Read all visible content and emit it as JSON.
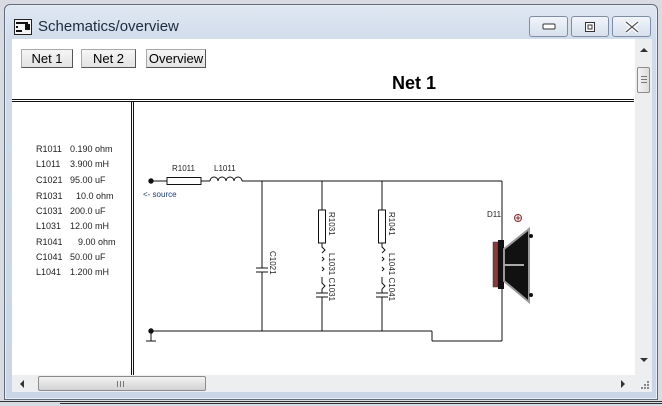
{
  "window": {
    "title": "Schematics/overview",
    "controls": {
      "minimize": "minimize",
      "maximize": "maximize",
      "close": "close"
    }
  },
  "toolbar": {
    "buttons": [
      {
        "label": "Net 1"
      },
      {
        "label": "Net 2"
      },
      {
        "label": "Overview"
      }
    ]
  },
  "view": {
    "heading": "Net 1"
  },
  "components_list": [
    {
      "name": "R1011",
      "value": "0.190 ohm"
    },
    {
      "name": "L1011",
      "value": "3.900 mH"
    },
    {
      "name": "C1021",
      "value": "95.00 uF"
    },
    {
      "name": "R1031",
      "value": "10.0 ohm"
    },
    {
      "name": "C1031",
      "value": "200.0 uF"
    },
    {
      "name": "L1031",
      "value": "12.00 mH"
    },
    {
      "name": "R1041",
      "value": "9.00 ohm"
    },
    {
      "name": "C1041",
      "value": "50.00 uF"
    },
    {
      "name": "L1041",
      "value": "1.200 mH"
    }
  ],
  "schematic": {
    "source_label": "<- source",
    "labels": {
      "R1011": "R1011",
      "L1011": "L1011",
      "C1021": "C1021",
      "R1031": "R1031",
      "L1031_C1031": "L1031 C1031",
      "R1041": "R1041",
      "L1041_C1041": "L1041 C1041",
      "D11": "D11"
    },
    "colors": {
      "wire": "#111111",
      "source_label": "#1a3a8a",
      "speaker_magnet": "#8a3a3a"
    }
  },
  "scrollbars": {
    "vertical": {
      "position_fraction": 0.0
    },
    "horizontal": {
      "position_fraction": 0.0
    }
  }
}
